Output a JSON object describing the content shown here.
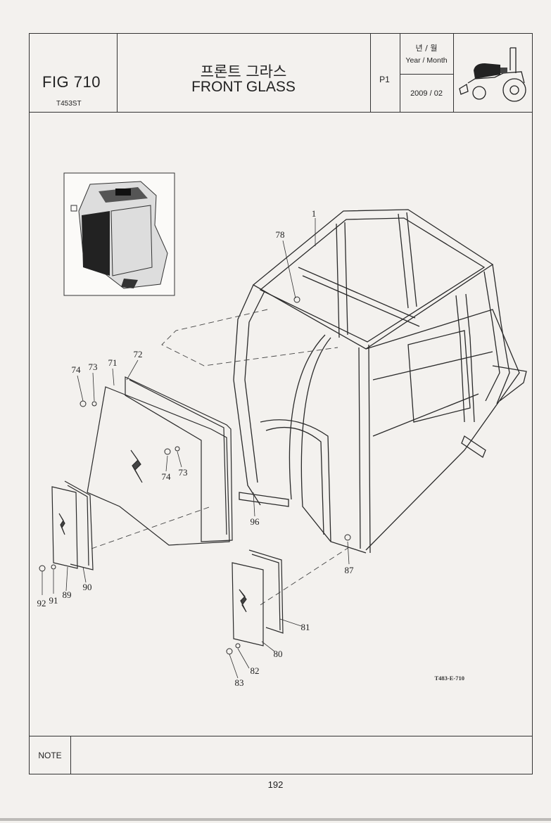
{
  "header": {
    "figure": "FIG 710",
    "model": "T453ST",
    "title_ko": "프론트 그라스",
    "title_en": "FRONT GLASS",
    "page_code": "P1",
    "year_month_ko": "년 / 월",
    "year_month_en": "Year / Month",
    "date": "2009 / 02",
    "tractor_icon": "tractor-icon"
  },
  "diagram": {
    "drawing_code": "T483-E-710",
    "callouts": [
      "1",
      "78",
      "74",
      "73",
      "71",
      "72",
      "74",
      "73",
      "96",
      "87",
      "92",
      "91",
      "89",
      "90",
      "81",
      "80",
      "82",
      "83"
    ]
  },
  "footer": {
    "note_label": "NOTE",
    "page_number": "192"
  }
}
